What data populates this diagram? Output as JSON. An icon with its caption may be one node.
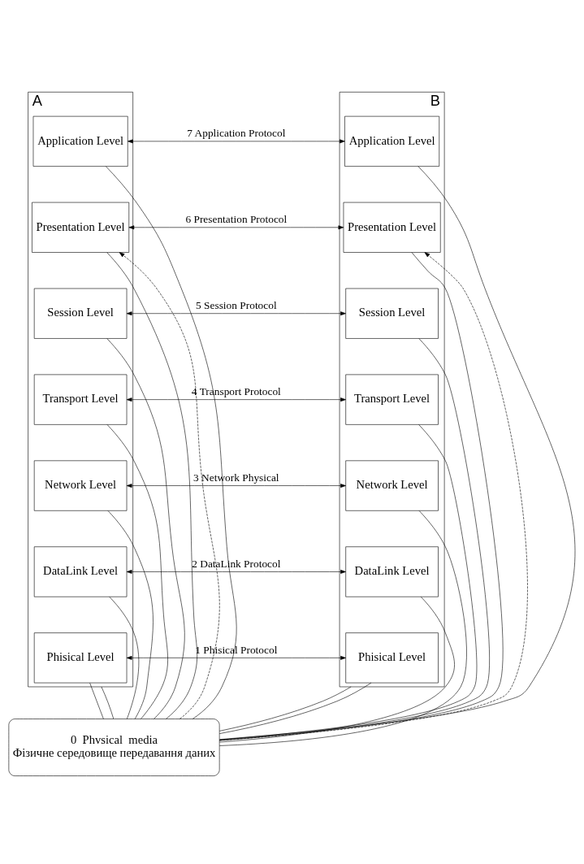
{
  "diagram": {
    "nodes": [
      {
        "text": [
          "A"
        ]
      },
      {
        "text": [
          "Application Level"
        ],
        "in": 0
      },
      {
        "text": [
          "Presentation Level"
        ],
        "in": 0
      },
      {
        "text": [
          "Session Level"
        ],
        "in": 0
      },
      {
        "text": [
          "Transport Level"
        ],
        "in": 0
      },
      {
        "text": [
          "Network Level"
        ],
        "in": 0
      },
      {
        "text": [
          "DataLink Level"
        ],
        "in": 0
      },
      {
        "text": [
          "Phisical Level"
        ],
        "in": 0
      },
      {
        "text": [
          "B"
        ]
      },
      {
        "text": [
          "Application Level"
        ],
        "in": 8
      },
      {
        "text": [
          "Presentation Level"
        ],
        "in": 8
      },
      {
        "text": [
          "Session Level"
        ],
        "in": 8
      },
      {
        "text": [
          "Transport Level"
        ],
        "in": 8
      },
      {
        "text": [
          "Network Level"
        ],
        "in": 8
      },
      {
        "text": [
          "DataLink Level"
        ],
        "in": 8
      },
      {
        "text": [
          "Phisical Level"
        ],
        "in": 8
      },
      {
        "text": [
          "0  Phvsical  media",
          "Фізичне середовище передавання даних"
        ]
      }
    ],
    "edges": [
      {
        "from": 1,
        "to": 9,
        "arrow": "both",
        "label": "7 Application Protocol"
      },
      {
        "from": 2,
        "to": 10,
        "arrow": "both",
        "label": "6 Presentation Protocol"
      },
      {
        "from": 3,
        "to": 11,
        "arrow": "both",
        "label": "5 Session Protocol"
      },
      {
        "from": 4,
        "to": 12,
        "arrow": "both",
        "label": "4 Transport Protocol"
      },
      {
        "from": 5,
        "to": 13,
        "arrow": "both",
        "label": "3 Network Physical"
      },
      {
        "from": 6,
        "to": 14,
        "arrow": "both",
        "label": "2 DataLink Protocol"
      },
      {
        "from": 7,
        "to": 15,
        "arrow": "both",
        "label": "1 Phisical Protocol"
      },
      {
        "from": 1,
        "to": 16,
        "arrow": "none"
      },
      {
        "from": 2,
        "to": 16,
        "arrow": "none"
      },
      {
        "from": 3,
        "to": 16,
        "arrow": "none"
      },
      {
        "from": 4,
        "to": 16,
        "arrow": "none"
      },
      {
        "from": 5,
        "to": 16,
        "arrow": "none"
      },
      {
        "from": 6,
        "to": 16,
        "arrow": "none"
      },
      {
        "from": 7,
        "to": 16,
        "arrow": "none"
      },
      {
        "from": 0,
        "to": 16,
        "arrow": "none"
      },
      {
        "from": 8,
        "to": 16,
        "arrow": "none"
      },
      {
        "from": 9,
        "to": 16,
        "arrow": "none"
      },
      {
        "from": 10,
        "to": 16,
        "arrow": "none"
      },
      {
        "from": 11,
        "to": 16,
        "arrow": "none"
      },
      {
        "from": 12,
        "to": 16,
        "arrow": "none"
      },
      {
        "from": 13,
        "to": 16,
        "arrow": "none"
      },
      {
        "from": 14,
        "to": 16,
        "arrow": "none"
      },
      {
        "from": 15,
        "to": 16,
        "arrow": "none"
      },
      {
        "from": 16,
        "to": 2,
        "arrow": "to",
        "style": "dashed"
      },
      {
        "from": 16,
        "to": 10,
        "arrow": "to",
        "style": "dashed"
      }
    ]
  }
}
